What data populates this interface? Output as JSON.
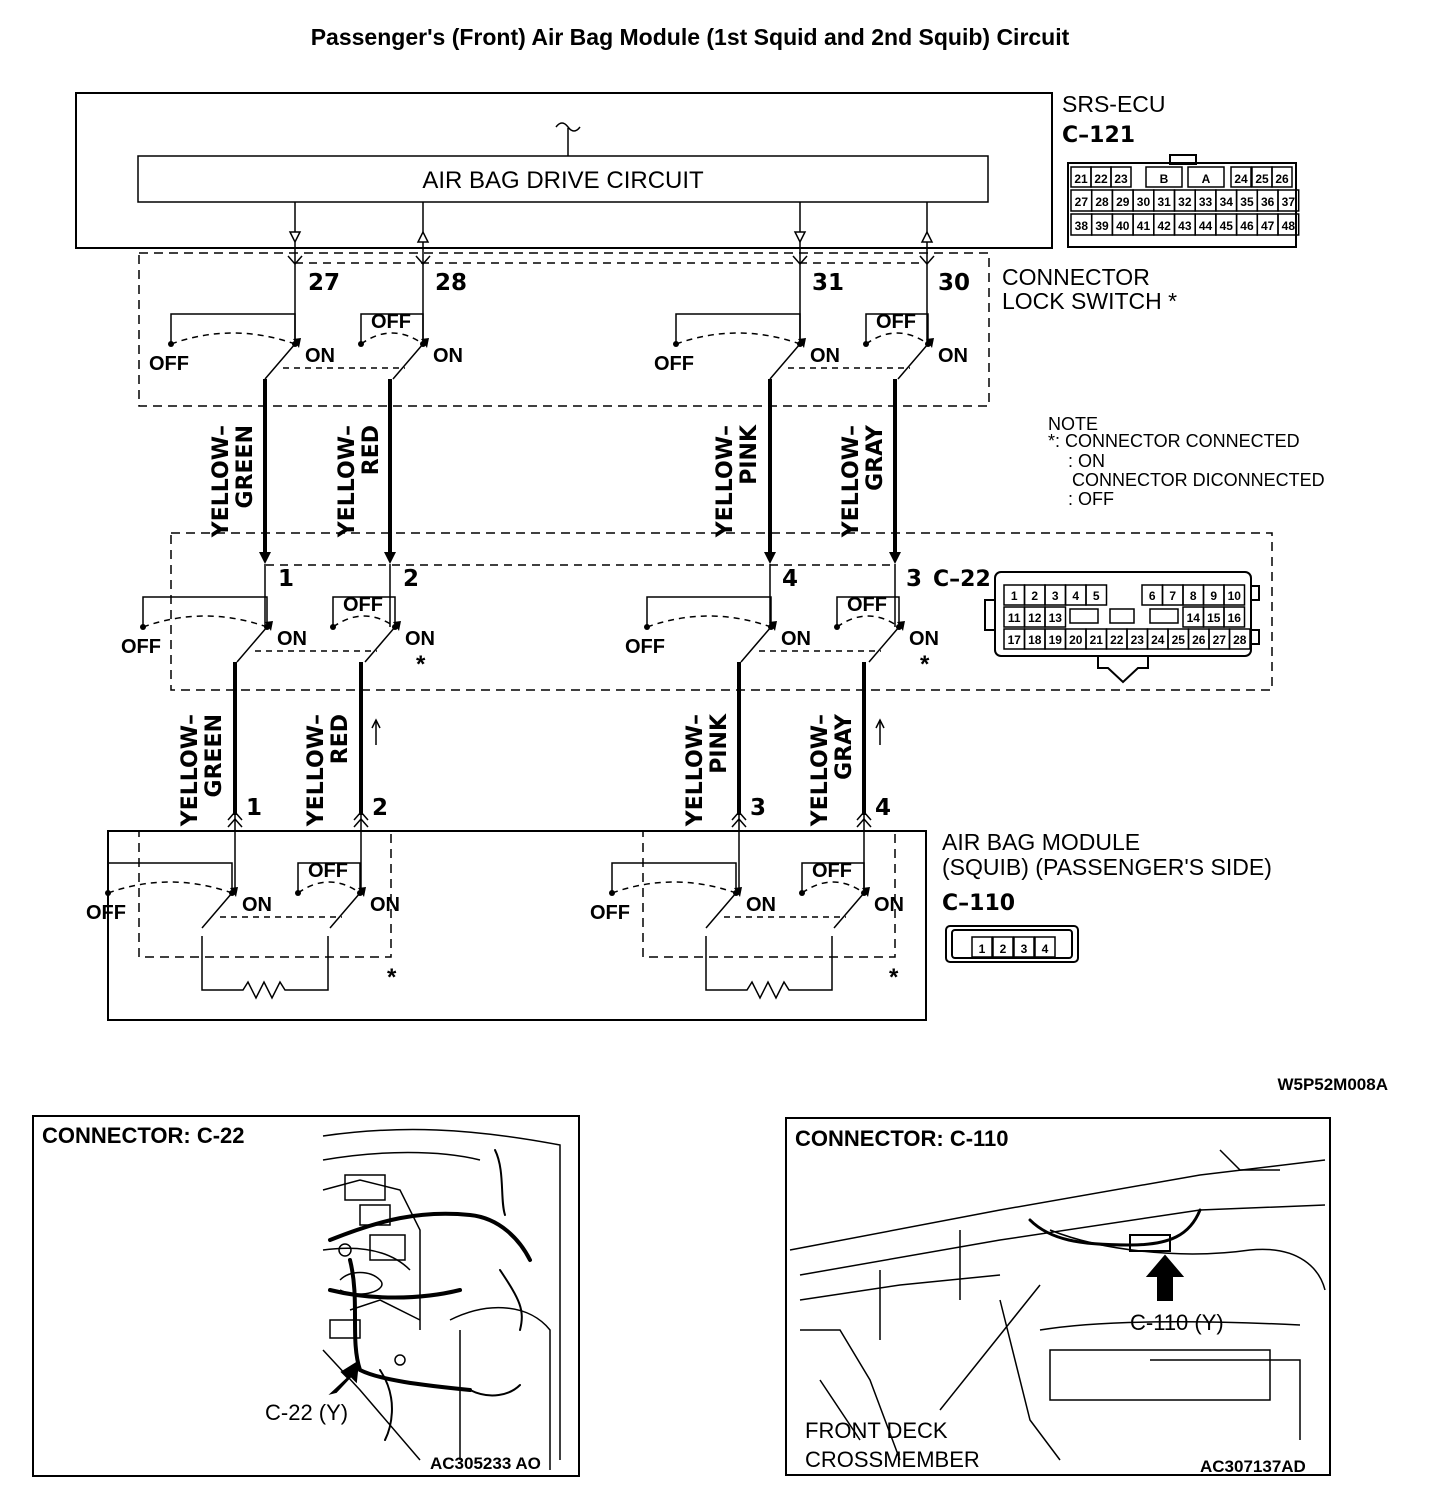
{
  "title": "Passenger's (Front) Air Bag Module (1st Squid and 2nd Squib) Circuit",
  "figure_code": "W5P52M008A",
  "srs_ecu": {
    "name": "SRS-ECU",
    "connector": "C–121",
    "drive_circuit": "AIR BAG DRIVE CIRCUIT",
    "pins": [
      "27",
      "28",
      "31",
      "30"
    ],
    "connector_rows": [
      [
        "21",
        "22",
        "23",
        "B",
        "A",
        "24",
        "25",
        "26"
      ],
      [
        "27",
        "28",
        "29",
        "30",
        "31",
        "32",
        "33",
        "34",
        "35",
        "36",
        "37"
      ],
      [
        "38",
        "39",
        "40",
        "41",
        "42",
        "43",
        "44",
        "45",
        "46",
        "47",
        "48"
      ]
    ]
  },
  "connector_lock_switch": {
    "line1": "CONNECTOR",
    "line2": "LOCK SWITCH *"
  },
  "note": {
    "title": "NOTE",
    "line1": "*: CONNECTOR CONNECTED",
    "line2": ": ON",
    "line3": "CONNECTOR DICONNECTED",
    "line4": ": OFF"
  },
  "switch_labels": {
    "on": "ON",
    "off": "OFF"
  },
  "asterisk": "*",
  "wires": [
    {
      "l1": "YELLOW–",
      "l2": "GREEN"
    },
    {
      "l1": "YELLOW–",
      "l2": "RED"
    },
    {
      "l1": "YELLOW–",
      "l2": "PINK"
    },
    {
      "l1": "YELLOW–",
      "l2": "GRAY"
    }
  ],
  "c22": {
    "name": "C–22",
    "pins": [
      "1",
      "2",
      "4",
      "3"
    ],
    "connector_rows": [
      [
        "1",
        "2",
        "3",
        "4",
        "5",
        "6",
        "7",
        "8",
        "9",
        "10"
      ],
      [
        "11",
        "12",
        "13",
        "14",
        "15",
        "16"
      ],
      [
        "17",
        "18",
        "19",
        "20",
        "21",
        "22",
        "23",
        "24",
        "25",
        "26",
        "27",
        "28"
      ]
    ]
  },
  "air_bag_module": {
    "line1": "AIR BAG MODULE",
    "line2": "(SQUIB) (PASSENGER'S SIDE)",
    "connector": "C–110",
    "pins": [
      "1",
      "2",
      "3",
      "4"
    ]
  },
  "panel_c22": {
    "title": "CONNECTOR: C-22",
    "callout": "C-22 (Y)",
    "code": "AC305233 AO"
  },
  "panel_c110": {
    "title": "CONNECTOR: C-110",
    "callout": "C-110 (Y)",
    "label1": "FRONT DECK",
    "label2": "CROSSMEMBER",
    "code": "AC307137AD"
  }
}
